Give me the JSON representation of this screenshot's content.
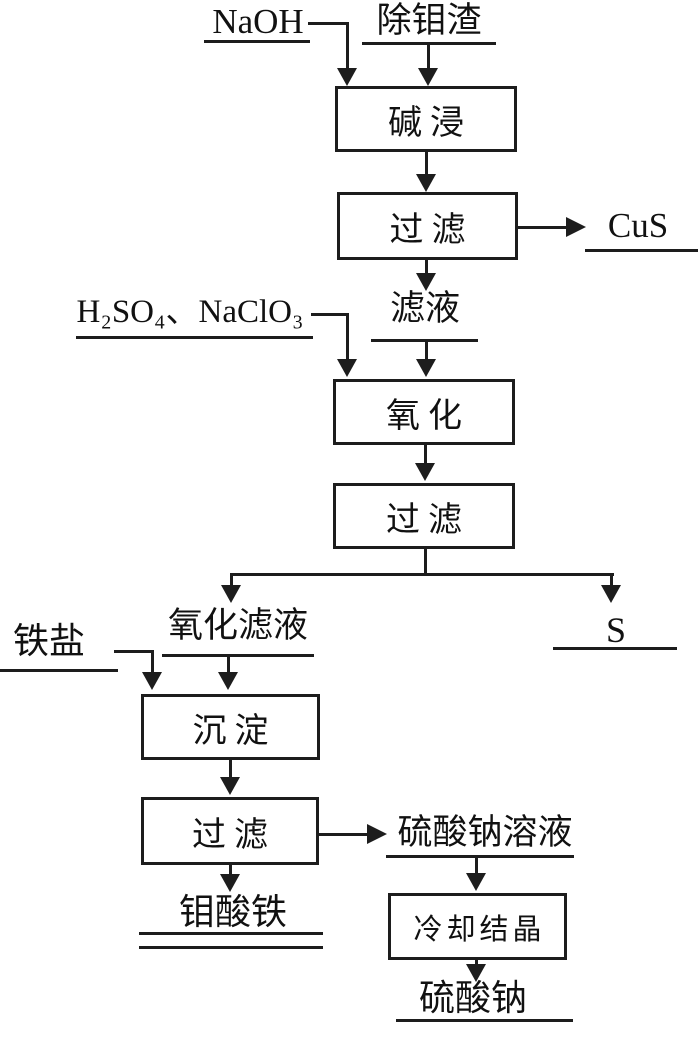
{
  "diagram": {
    "inputs": {
      "naoh": "NaOH",
      "mo_removal_residue": "除钼渣",
      "h2so4_naclo3": "H₂SO₄、NaClO₃",
      "iron_salt": "铁盐"
    },
    "boxes": {
      "alkali_leaching": "碱浸",
      "filtration_1": "过滤",
      "oxidation": "氧化",
      "filtration_2": "过滤",
      "precipitation": "沉淀",
      "filtration_3": "过滤",
      "cooling_crystallization": "冷却结晶"
    },
    "outputs": {
      "cus": "CuS",
      "filtrate": "滤液",
      "oxidized_filtrate": "氧化滤液",
      "sulfur": "S",
      "sodium_sulfate_solution": "硫酸钠溶液",
      "iron_molybdate": "钼酸铁",
      "sodium_sulfate": "硫酸钠"
    },
    "flows": [
      "NaOH → 碱浸",
      "除钼渣 → 碱浸",
      "碱浸 → 过滤",
      "过滤 → CuS",
      "过滤 → 滤液",
      "滤液 → 氧化",
      "H₂SO₄、NaClO₃ → 氧化",
      "氧化 → 过滤",
      "过滤 → 氧化滤液",
      "过滤 → S",
      "氧化滤液 → 沉淀",
      "铁盐 → 沉淀",
      "沉淀 → 过滤",
      "过滤 → 钼酸铁",
      "过滤 → 硫酸钠溶液",
      "硫酸钠溶液 → 冷却结晶",
      "冷却结晶 → 硫酸钠"
    ],
    "colors": {
      "line": "#1d1d1d",
      "text": "#111111",
      "background": "#ffffff"
    }
  }
}
